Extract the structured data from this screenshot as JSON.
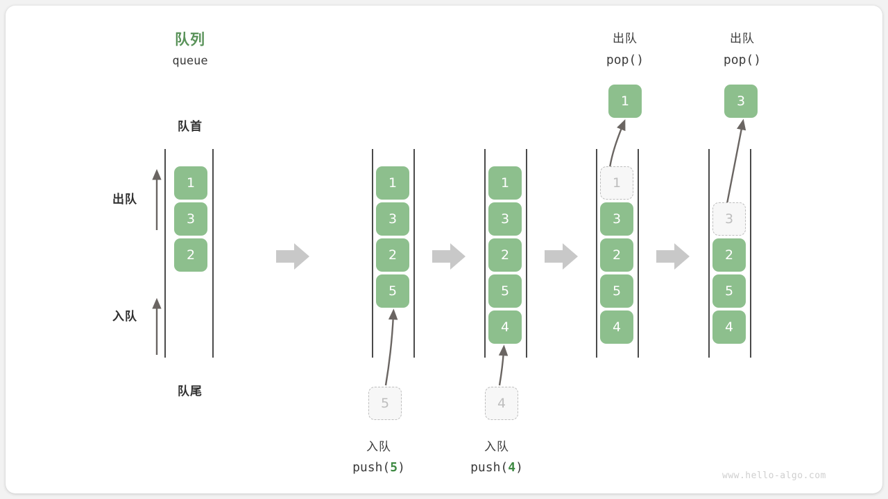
{
  "meta": {
    "watermark": "www.hello-algo.com",
    "accent_green": "#599259",
    "box_green": "#8dbf8d",
    "ghost_gray": "#bdbdbd",
    "step_arrow_gray": "#c8c8c8",
    "rail_dark": "#4a4a4a"
  },
  "header": {
    "title_cn": "队列",
    "title_en": "queue",
    "front_label": "队首",
    "rear_label": "队尾",
    "dequeue_label": "出队",
    "enqueue_label": "入队"
  },
  "stages": [
    {
      "id": "initial",
      "items": [
        "1",
        "3",
        "2"
      ],
      "ghost_index": -1,
      "top_label_cn": "",
      "top_code_prefix": "",
      "top_code_arg": "",
      "top_code_suffix": "",
      "popped_value": "",
      "bottom_label_cn": "",
      "bottom_code_prefix": "",
      "bottom_code_arg": "",
      "bottom_code_suffix": "",
      "incoming_value": ""
    },
    {
      "id": "push-5",
      "items": [
        "1",
        "3",
        "2",
        "5"
      ],
      "ghost_index": -1,
      "top_label_cn": "",
      "top_code_prefix": "",
      "top_code_arg": "",
      "top_code_suffix": "",
      "popped_value": "",
      "bottom_label_cn": "入队",
      "bottom_code_prefix": "push(",
      "bottom_code_arg": "5",
      "bottom_code_suffix": ")",
      "incoming_value": "5"
    },
    {
      "id": "push-4",
      "items": [
        "1",
        "3",
        "2",
        "5",
        "4"
      ],
      "ghost_index": -1,
      "top_label_cn": "",
      "top_code_prefix": "",
      "top_code_arg": "",
      "top_code_suffix": "",
      "popped_value": "",
      "bottom_label_cn": "入队",
      "bottom_code_prefix": "push(",
      "bottom_code_arg": "4",
      "bottom_code_suffix": ")",
      "incoming_value": "4"
    },
    {
      "id": "pop-1",
      "items": [
        "1",
        "3",
        "2",
        "5",
        "4"
      ],
      "ghost_index": 0,
      "top_label_cn": "出队",
      "top_code_prefix": "pop(",
      "top_code_arg": "",
      "top_code_suffix": ")",
      "popped_value": "1",
      "bottom_label_cn": "",
      "bottom_code_prefix": "",
      "bottom_code_arg": "",
      "bottom_code_suffix": "",
      "incoming_value": ""
    },
    {
      "id": "pop-3",
      "items": [
        "3",
        "2",
        "5",
        "4"
      ],
      "ghost_index": 0,
      "top_label_cn": "出队",
      "top_code_prefix": "pop(",
      "top_code_arg": "",
      "top_code_suffix": ")",
      "popped_value": "3",
      "bottom_label_cn": "",
      "bottom_code_prefix": "",
      "bottom_code_arg": "",
      "bottom_code_suffix": "",
      "incoming_value": ""
    }
  ]
}
